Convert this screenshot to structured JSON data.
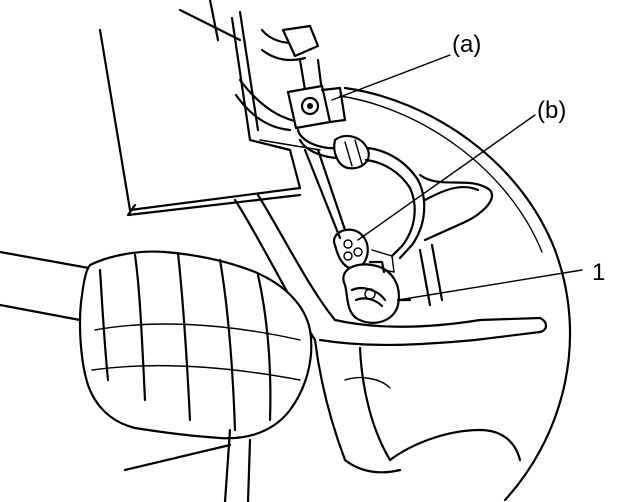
{
  "diagram": {
    "callouts": {
      "a": "(a)",
      "b": "(b)",
      "part1": "1"
    }
  }
}
